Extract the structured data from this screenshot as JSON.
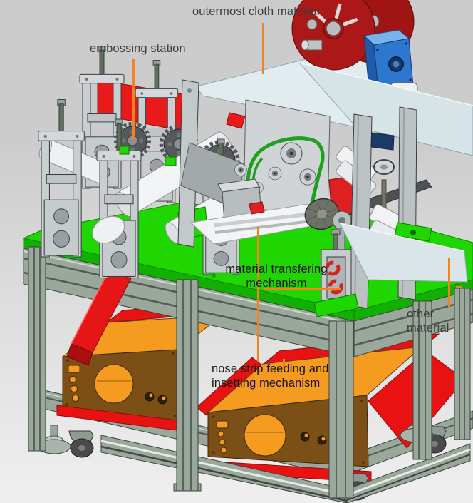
{
  "annotations": {
    "outermost_cloth_material": "outermost cloth material",
    "embossing_station": "embossing station",
    "material_transfering_mechanism": "material transfering\nmechanism",
    "nose_strip_feeding_and_insetting_mechanism": "nose strip feeding and\ninsetting mechanism",
    "other_material": "other material"
  },
  "colors": {
    "leader_orange": "#F5821F",
    "table_green": "#1FD600",
    "table_green_side": "#12B002",
    "mat_red": "#E81212",
    "chute_red": "#E61616",
    "chute_red_dark": "#A80F0F",
    "panel_red": "#E81A1A",
    "motor_red": "#E02020",
    "reel_dark_red_back": "#A01414",
    "reel_dark_red_front": "#AC1717",
    "gearbox_blue_top": "#7AB2EE",
    "gearbox_blue_front": "#2E77CF",
    "gearbox_blue_side": "#1E5CAB",
    "navy_block": "#1C3A66",
    "sheet_light": "#E2ECEE",
    "sheet_mid": "#D6E3E7",
    "sheet_right": "#D9E5E8",
    "belt_green": "#1FA01F",
    "clip_red": "#D42222",
    "box_orange": "#F59B1F",
    "box_brown": "#7C4F16",
    "frame_sage": "#9AA79B"
  }
}
